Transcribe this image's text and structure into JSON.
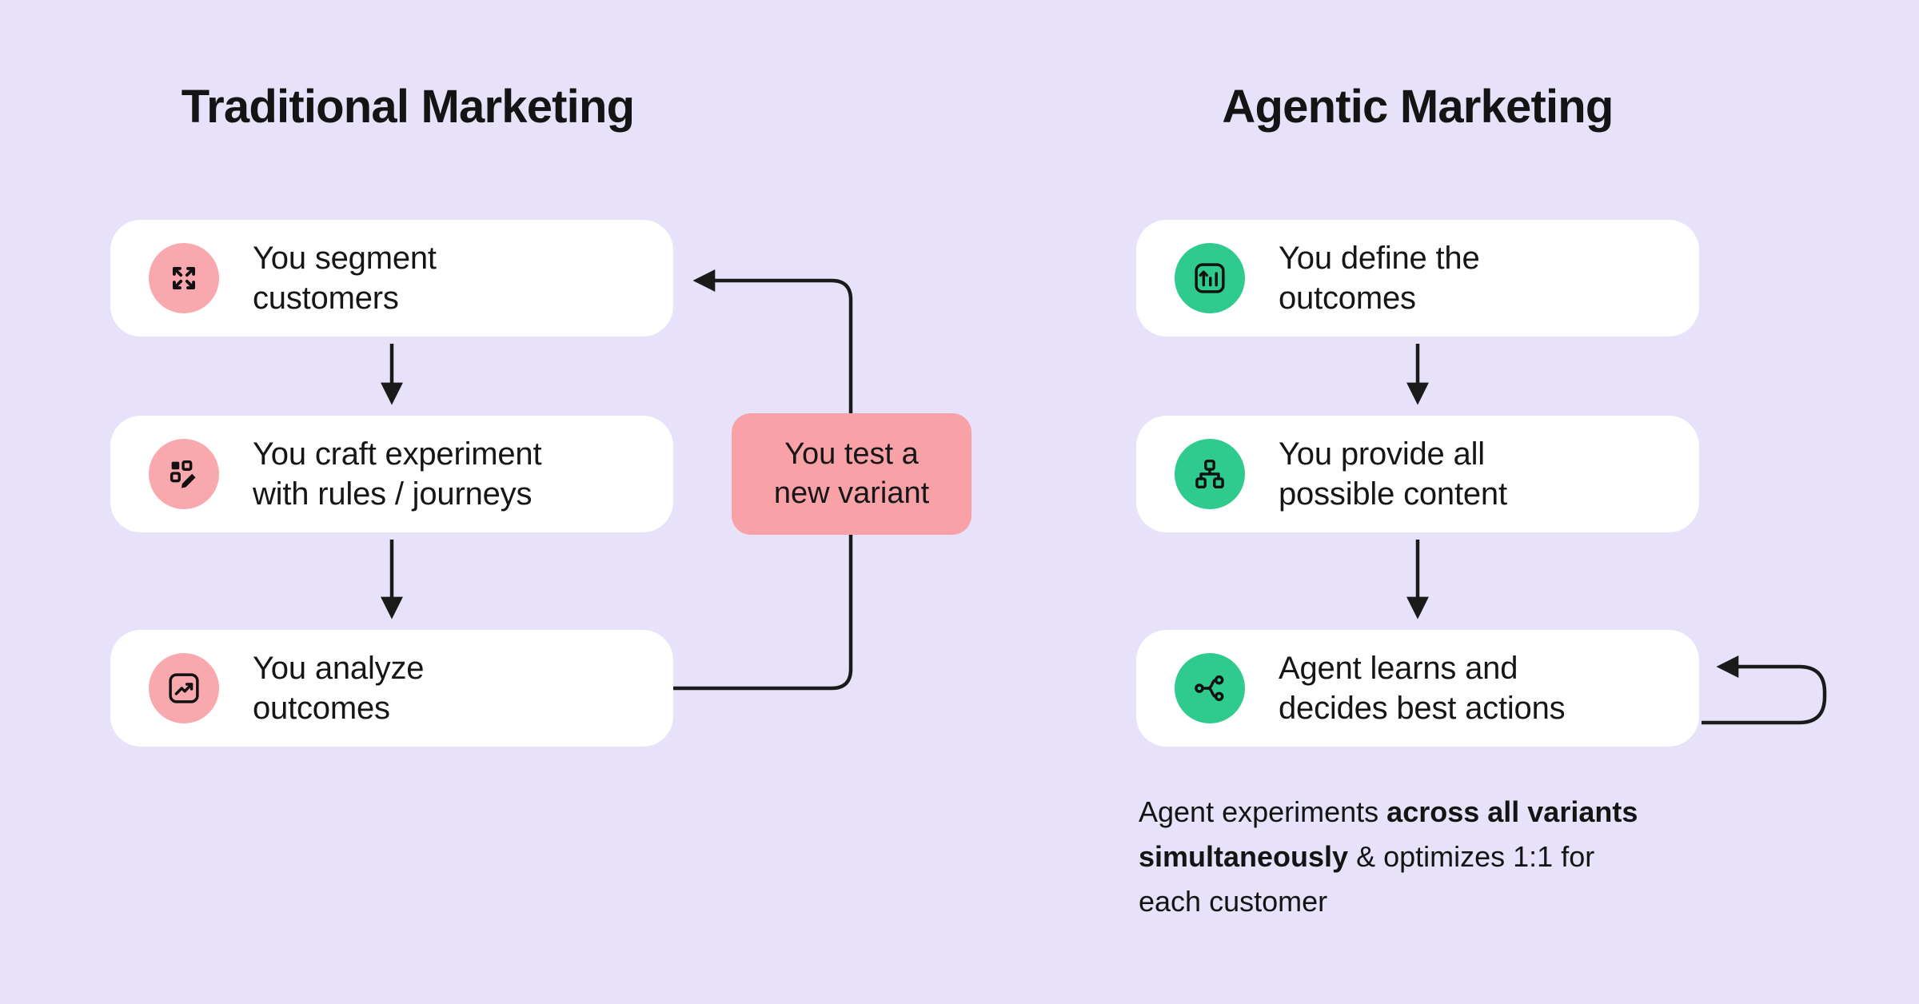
{
  "page": {
    "background": "#E7E1F9",
    "type": "comparison-flow-diagram"
  },
  "colors": {
    "card_background": "#FFFFFF",
    "pink_badge": "#F9A8AD",
    "pink_loop_box": "#F8A1A7",
    "green_badge": "#2FCB8E",
    "ink": "#161616",
    "arrow": "#1A1A1A"
  },
  "left_column": {
    "title": "Traditional Marketing",
    "cards": [
      {
        "icon": "segment-icon",
        "label": "You segment\ncustomers"
      },
      {
        "icon": "experiment-icon",
        "label": "You craft experiment\nwith rules / journeys"
      },
      {
        "icon": "analyze-icon",
        "label": "You analyze\noutcomes"
      }
    ],
    "loop_box_label": "You test a\nnew variant"
  },
  "right_column": {
    "title": "Agentic Marketing",
    "cards": [
      {
        "icon": "define-outcomes-icon",
        "label": "You define the\noutcomes"
      },
      {
        "icon": "content-tree-icon",
        "label": "You provide all\npossible content"
      },
      {
        "icon": "agent-decision-icon",
        "label": "Agent learns and\ndecides best actions"
      }
    ],
    "footnote": {
      "part1": "Agent experiments ",
      "part2_bold": "across all variants\nsimultaneously",
      "part3": " & optimizes 1:1 for\neach customer"
    }
  }
}
